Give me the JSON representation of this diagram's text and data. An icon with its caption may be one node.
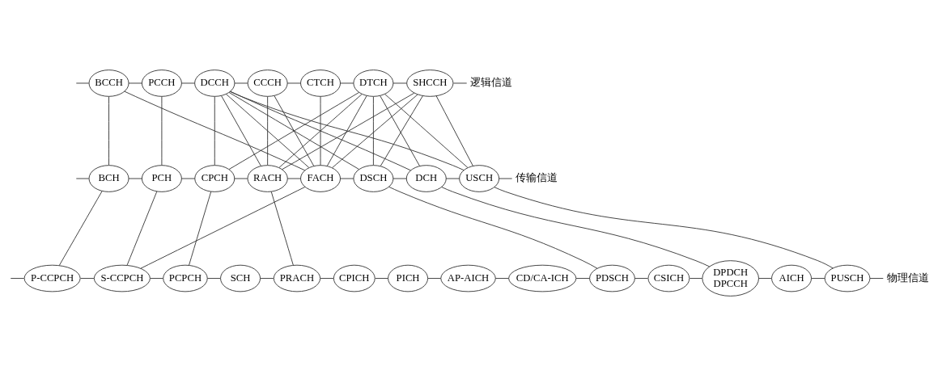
{
  "diagram": {
    "nodes": [
      {
        "text": [
          "BCCH"
        ]
      },
      {
        "text": [
          "PCCH"
        ]
      },
      {
        "text": [
          "DCCH"
        ]
      },
      {
        "text": [
          "CCCH"
        ]
      },
      {
        "text": [
          "CTCH"
        ]
      },
      {
        "text": [
          "DTCH"
        ]
      },
      {
        "text": [
          "SHCCH"
        ]
      },
      {
        "text": [
          "逻辑信道"
        ]
      },
      {
        "text": [
          "BCH"
        ]
      },
      {
        "text": [
          "PCH"
        ]
      },
      {
        "text": [
          "CPCH"
        ]
      },
      {
        "text": [
          "RACH"
        ]
      },
      {
        "text": [
          "FACH"
        ]
      },
      {
        "text": [
          "DSCH"
        ]
      },
      {
        "text": [
          "DCH"
        ]
      },
      {
        "text": [
          "USCH"
        ]
      },
      {
        "text": [
          "传输信道"
        ]
      },
      {
        "text": [
          "P-CCPCH"
        ]
      },
      {
        "text": [
          "S-CCPCH"
        ]
      },
      {
        "text": [
          "PCPCH"
        ]
      },
      {
        "text": [
          "SCH"
        ]
      },
      {
        "text": [
          "PRACH"
        ]
      },
      {
        "text": [
          "CPICH"
        ]
      },
      {
        "text": [
          "PICH"
        ]
      },
      {
        "text": [
          "AP-AICH"
        ]
      },
      {
        "text": [
          "CD/CA-ICH"
        ]
      },
      {
        "text": [
          "PDSCH"
        ]
      },
      {
        "text": [
          "CSICH"
        ]
      },
      {
        "text": [
          "DPDCH",
          "DPCCH"
        ]
      },
      {
        "text": [
          "AICH"
        ]
      },
      {
        "text": [
          "PUSCH"
        ]
      },
      {
        "text": [
          "物理信道"
        ]
      }
    ],
    "edges": [
      {
        "from": null,
        "to": 0,
        "arrow": "none"
      },
      {
        "from": 0,
        "to": 1,
        "arrow": "none"
      },
      {
        "from": 1,
        "to": 2,
        "arrow": "none"
      },
      {
        "from": 2,
        "to": 3,
        "arrow": "none"
      },
      {
        "from": 3,
        "to": 4,
        "arrow": "none"
      },
      {
        "from": 4,
        "to": 5,
        "arrow": "none"
      },
      {
        "from": 5,
        "to": 6,
        "arrow": "none"
      },
      {
        "from": 6,
        "to": 7,
        "arrow": "none"
      },
      {
        "from": null,
        "to": 8,
        "arrow": "none"
      },
      {
        "from": 8,
        "to": 9,
        "arrow": "none"
      },
      {
        "from": 9,
        "to": 10,
        "arrow": "none"
      },
      {
        "from": 10,
        "to": 11,
        "arrow": "none"
      },
      {
        "from": 11,
        "to": 12,
        "arrow": "none"
      },
      {
        "from": 12,
        "to": 13,
        "arrow": "none"
      },
      {
        "from": 13,
        "to": 14,
        "arrow": "none"
      },
      {
        "from": 14,
        "to": 15,
        "arrow": "none"
      },
      {
        "from": 15,
        "to": 16,
        "arrow": "none"
      },
      {
        "from": null,
        "to": 17,
        "arrow": "none"
      },
      {
        "from": 17,
        "to": 18,
        "arrow": "none"
      },
      {
        "from": 18,
        "to": 19,
        "arrow": "none"
      },
      {
        "from": 19,
        "to": 20,
        "arrow": "none"
      },
      {
        "from": 20,
        "to": 21,
        "arrow": "none"
      },
      {
        "from": 21,
        "to": 22,
        "arrow": "none"
      },
      {
        "from": 22,
        "to": 23,
        "arrow": "none"
      },
      {
        "from": 23,
        "to": 24,
        "arrow": "none"
      },
      {
        "from": 24,
        "to": 25,
        "arrow": "none"
      },
      {
        "from": 25,
        "to": 26,
        "arrow": "none"
      },
      {
        "from": 26,
        "to": 27,
        "arrow": "none"
      },
      {
        "from": 27,
        "to": 28,
        "arrow": "none"
      },
      {
        "from": 28,
        "to": 29,
        "arrow": "none"
      },
      {
        "from": 29,
        "to": 30,
        "arrow": "none"
      },
      {
        "from": 30,
        "to": 31,
        "arrow": "none"
      },
      {
        "from": 0,
        "to": 8,
        "arrow": "none"
      },
      {
        "from": 0,
        "to": 12,
        "arrow": "none"
      },
      {
        "from": 1,
        "to": 9,
        "arrow": "none"
      },
      {
        "from": 2,
        "to": 10,
        "arrow": "none"
      },
      {
        "from": 2,
        "to": 11,
        "arrow": "none"
      },
      {
        "from": 2,
        "to": 12,
        "arrow": "none"
      },
      {
        "from": 2,
        "to": 13,
        "arrow": "none"
      },
      {
        "from": 2,
        "to": 14,
        "arrow": "none"
      },
      {
        "from": 2,
        "to": 15,
        "arrow": "none"
      },
      {
        "from": 3,
        "to": 11,
        "arrow": "none"
      },
      {
        "from": 3,
        "to": 12,
        "arrow": "none"
      },
      {
        "from": 4,
        "to": 12,
        "arrow": "none"
      },
      {
        "from": 5,
        "to": 10,
        "arrow": "none"
      },
      {
        "from": 5,
        "to": 11,
        "arrow": "none"
      },
      {
        "from": 5,
        "to": 12,
        "arrow": "none"
      },
      {
        "from": 5,
        "to": 13,
        "arrow": "none"
      },
      {
        "from": 5,
        "to": 14,
        "arrow": "none"
      },
      {
        "from": 5,
        "to": 15,
        "arrow": "none"
      },
      {
        "from": 6,
        "to": 11,
        "arrow": "none"
      },
      {
        "from": 6,
        "to": 12,
        "arrow": "none"
      },
      {
        "from": 6,
        "to": 13,
        "arrow": "none"
      },
      {
        "from": 6,
        "to": 15,
        "arrow": "none"
      },
      {
        "from": 8,
        "to": 17,
        "arrow": "none"
      },
      {
        "from": 9,
        "to": 18,
        "arrow": "none"
      },
      {
        "from": 12,
        "to": 18,
        "arrow": "none"
      },
      {
        "from": 10,
        "to": 19,
        "arrow": "none"
      },
      {
        "from": 11,
        "to": 21,
        "arrow": "none"
      },
      {
        "from": 13,
        "to": 26,
        "arrow": "none"
      },
      {
        "from": 14,
        "to": 28,
        "arrow": "none"
      },
      {
        "from": 15,
        "to": 30,
        "arrow": "none"
      }
    ]
  }
}
